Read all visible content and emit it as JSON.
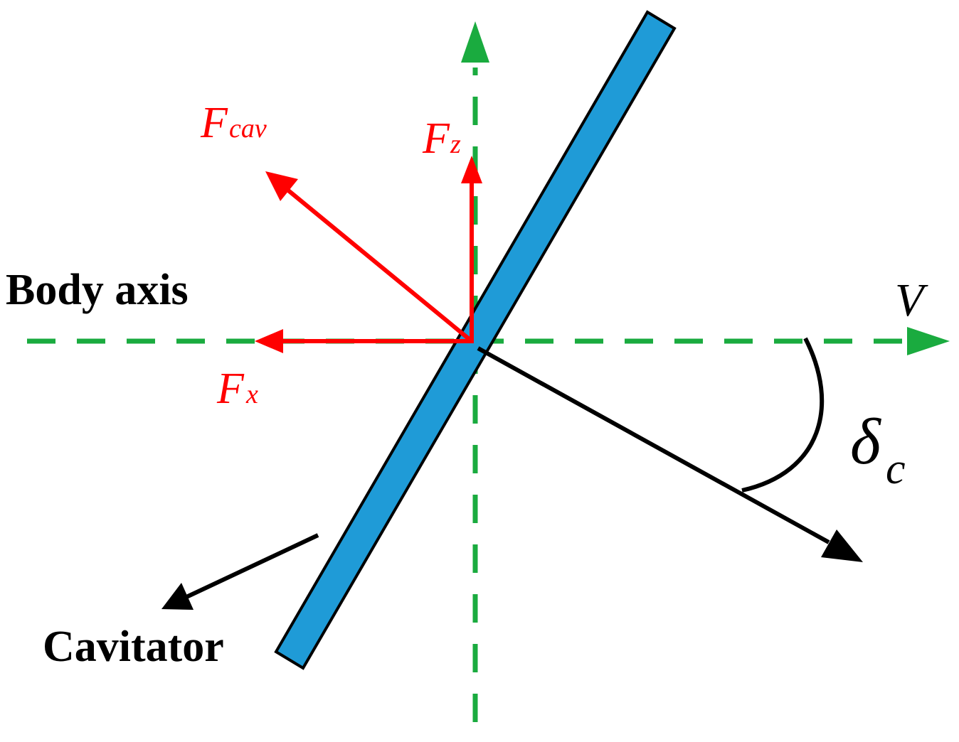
{
  "labels": {
    "body_axis": "Body axis",
    "cavitator": "Cavitator",
    "velocity": "V",
    "deflection_symbol": "δ",
    "deflection_subscript": "c",
    "f_cav_symbol": "F",
    "f_cav_subscript": "cav",
    "f_z_symbol": "F",
    "f_z_subscript": "z",
    "f_x_symbol": "F",
    "f_x_subscript": "x"
  },
  "colors": {
    "axis": "#1aab3f",
    "force": "#ff0000",
    "plate_fill": "#1f9bd7",
    "plate_stroke": "#000000",
    "vector": "#000000"
  }
}
